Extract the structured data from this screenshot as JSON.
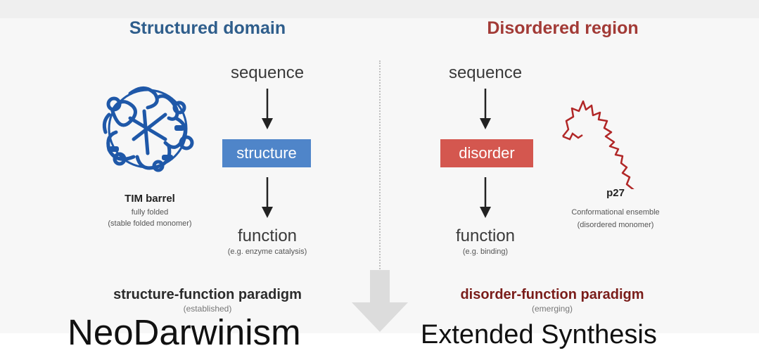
{
  "left": {
    "heading": "Structured domain",
    "sequence": "sequence",
    "box": "structure",
    "function": "function",
    "function_note": "(e.g. enzyme catalysis)",
    "protein_name": "TIM barrel",
    "protein_desc1": "fully folded",
    "protein_desc2": "(stable folded monomer)",
    "paradigm": "structure-function paradigm",
    "paradigm_status": "(established)"
  },
  "right": {
    "heading": "Disordered region",
    "sequence": "sequence",
    "box": "disorder",
    "function": "function",
    "function_note": "(e.g. binding)",
    "protein_name": "p27",
    "protein_desc1": "Conformational ensemble",
    "protein_desc2": "(disordered monomer)",
    "paradigm": "disorder-function paradigm",
    "paradigm_status": "(emerging)"
  },
  "captions": {
    "left": "NeoDarwinism",
    "right": "Extended Synthesis"
  },
  "colors": {
    "structured": "#2f5e8c",
    "disordered": "#a23a36",
    "structure_box": "#4f85c9",
    "disorder_box": "#d4574f"
  }
}
